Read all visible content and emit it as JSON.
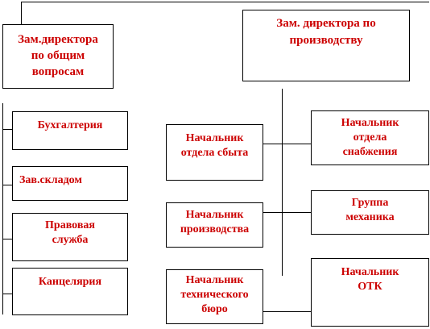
{
  "colors": {
    "text": "#cc0000",
    "lines": "#000000",
    "background": "#ffffff"
  },
  "nodes": {
    "deputy_general": {
      "lines": [
        "Зам.директора",
        "по общим",
        "вопросам"
      ]
    },
    "deputy_production": {
      "lines": [
        "Зам. директора по",
        "производству"
      ]
    },
    "accounting": {
      "lines": [
        "Бухгалтерия"
      ]
    },
    "warehouse": {
      "lines": [
        "Зав.складом"
      ]
    },
    "legal": {
      "lines": [
        "Правовая",
        "служба"
      ]
    },
    "office": {
      "lines": [
        "Канцелярия"
      ]
    },
    "sales_head": {
      "lines": [
        "Начальник",
        "отдела сбыта"
      ]
    },
    "production_head": {
      "lines": [
        "Начальник",
        "производства"
      ]
    },
    "tech_bureau_head": {
      "lines": [
        "Начальник",
        "технического",
        "бюро"
      ]
    },
    "supply_head": {
      "lines": [
        "Начальник",
        "отдела",
        "снабжения"
      ]
    },
    "mechanic_group": {
      "lines": [
        "Группа",
        "механика"
      ]
    },
    "qc_head": {
      "lines": [
        "Начальник",
        "ОТК"
      ]
    }
  }
}
